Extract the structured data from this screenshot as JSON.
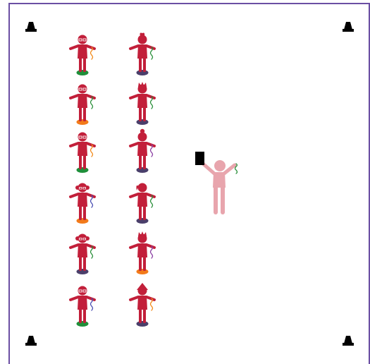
{
  "colors": {
    "border": "#6b4fa3",
    "player_body": "#c21f3a",
    "coach_body": "#e8a5ad",
    "card": "#000000",
    "cone": "#000000",
    "base_colors": {
      "green": "#1f8f3a",
      "orange": "#f27a1a",
      "navy": "#4a3f6b"
    },
    "ribbon_colors": {
      "green": "#2a8f3a",
      "orange": "#f28a1a",
      "purple": "#8a3fa3",
      "blue": "#4a4fb3"
    }
  },
  "cones": [
    {
      "name": "cone-top-left",
      "icon": "cone-icon"
    },
    {
      "name": "cone-top-right",
      "icon": "cone-icon"
    },
    {
      "name": "cone-bottom-left",
      "icon": "cone-icon"
    },
    {
      "name": "cone-bottom-right",
      "icon": "cone-icon"
    }
  ],
  "players": [
    {
      "name": "player-col1-row1",
      "hair": "glasses",
      "base": "green",
      "ribbon": "orange"
    },
    {
      "name": "player-col1-row2",
      "hair": "glasses",
      "base": "orange",
      "ribbon": "green"
    },
    {
      "name": "player-col1-row3",
      "hair": "glasses",
      "base": "green",
      "ribbon": "orange"
    },
    {
      "name": "player-col1-row4",
      "hair": "pigtails",
      "base": "orange",
      "ribbon": "blue"
    },
    {
      "name": "player-col1-row5",
      "hair": "pigtails",
      "base": "navy",
      "ribbon": "green"
    },
    {
      "name": "player-col1-row6",
      "hair": "glasses",
      "base": "green",
      "ribbon": "blue"
    },
    {
      "name": "player-col2-row1",
      "hair": "tuft",
      "base": "navy",
      "ribbon": "green"
    },
    {
      "name": "player-col2-row2",
      "hair": "spiky",
      "base": "navy",
      "ribbon": "green"
    },
    {
      "name": "player-col2-row3",
      "hair": "bun",
      "base": "navy",
      "ribbon": "purple"
    },
    {
      "name": "player-col2-row4",
      "hair": "ponytail",
      "base": "navy",
      "ribbon": "green"
    },
    {
      "name": "player-col2-row5",
      "hair": "spiky",
      "base": "orange",
      "ribbon": "purple"
    },
    {
      "name": "player-col2-row6",
      "hair": "hat",
      "base": "navy",
      "ribbon": "orange"
    }
  ],
  "coach": {
    "name": "coach-figure",
    "icon": "coach-icon",
    "holds": "card-icon",
    "ribbon": "green"
  }
}
